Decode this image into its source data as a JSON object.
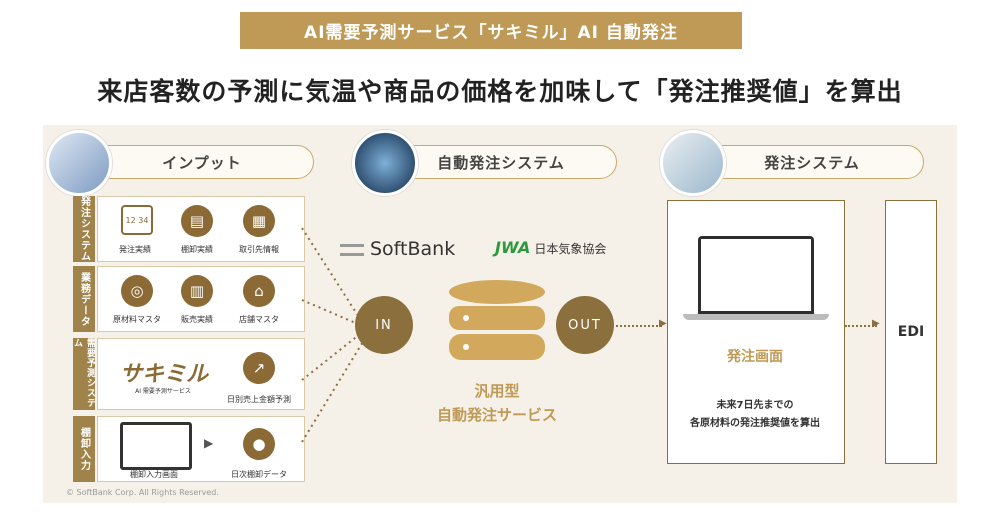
{
  "banner": "AI需要予測サービス「サキミル」AI 自動発注",
  "headline": "来店客数の予測に気温や商品の価格を加味して「発注推奨値」を算出",
  "sections": {
    "input": "インプット",
    "auto_order": "自動発注システム",
    "order_system": "発注システム"
  },
  "categories": {
    "order_system": "発注システム",
    "business_data": "業務データ",
    "demand_forecast": "需要予測システム",
    "inventory_input": "棚卸入力"
  },
  "inputs": {
    "order_results": "発注実績",
    "inventory_results": "棚卸実績",
    "supplier_info": "取引先情報",
    "ingredient_master": "原材料マスタ",
    "sales_results": "販売実績",
    "store_master": "店舗マスタ",
    "sakimiru_logo": "サキミル",
    "sakimiru_sub": "AI 需要予測サービス",
    "daily_sales_forecast": "日別売上金額予測",
    "inventory_screen": "棚卸入力画面",
    "daily_inventory_data": "日次棚卸データ"
  },
  "io": {
    "in": "IN",
    "out": "OUT"
  },
  "logos": {
    "softbank": "SoftBank",
    "jwa": "日本気象協会"
  },
  "center": {
    "line1": "汎用型",
    "line2": "自動発注サービス"
  },
  "order_screen": {
    "title": "発注画面",
    "desc1": "未来7日先までの",
    "desc2": "各原材料の発注推奨値を算出"
  },
  "edi": "EDI",
  "copyright": "© SoftBank Corp. All Rights Reserved.",
  "colors": {
    "gold": "#bf9a56",
    "brown": "#8b6f3c",
    "panel": "#f6f1e8"
  }
}
